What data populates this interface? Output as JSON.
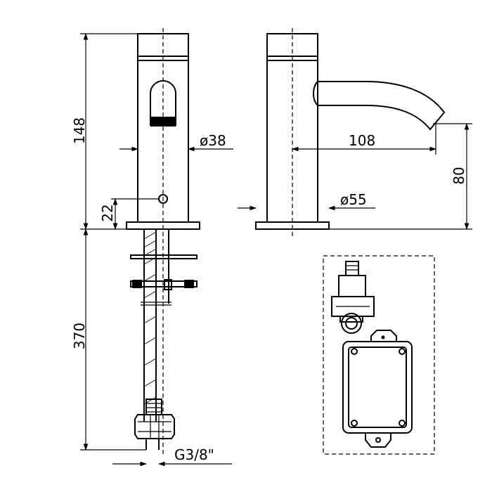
{
  "dimensions": {
    "body_height": "148",
    "bottom_offset": "22",
    "pipe_length": "370",
    "diameter_body": "ø38",
    "spout_reach": "108",
    "diameter_base": "ø55",
    "spout_height": "80",
    "thread": "G3/8\""
  }
}
